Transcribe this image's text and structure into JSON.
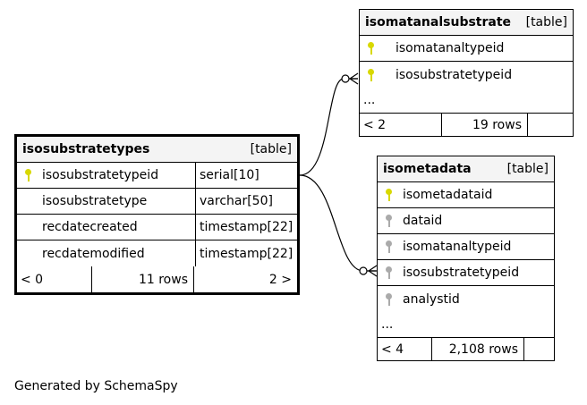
{
  "colors": {
    "pk": "#d8d800",
    "fk": "#aaaaaa"
  },
  "main": {
    "name": "isosubstratetypes",
    "kind": "[table]",
    "columns": [
      {
        "name": "isosubstratetypeid",
        "type": "serial[10]",
        "icon": "primary-key-icon"
      },
      {
        "name": "isosubstratetype",
        "type": "varchar[50]",
        "icon": ""
      },
      {
        "name": "recdatecreated",
        "type": "timestamp[22]",
        "icon": ""
      },
      {
        "name": "recdatemodified",
        "type": "timestamp[22]",
        "icon": ""
      }
    ],
    "footer": {
      "parents": "< 0",
      "rows": "11 rows",
      "children": "2 >"
    }
  },
  "anal": {
    "name": "isomatanalsubstrate",
    "kind": "[table]",
    "columns": [
      {
        "name": "isomatanaltypeid",
        "icon": "primary-key-icon"
      },
      {
        "name": "isosubstratetypeid",
        "icon": "primary-key-icon"
      }
    ],
    "more": "...",
    "footer": {
      "parents": "< 2",
      "rows": "19 rows",
      "children": ""
    }
  },
  "meta": {
    "name": "isometadata",
    "kind": "[table]",
    "columns": [
      {
        "name": "isometadataid",
        "icon": "primary-key-icon"
      },
      {
        "name": "dataid",
        "icon": "foreign-key-icon"
      },
      {
        "name": "isomatanaltypeid",
        "icon": "foreign-key-icon"
      },
      {
        "name": "isosubstratetypeid",
        "icon": "foreign-key-icon"
      },
      {
        "name": "analystid",
        "icon": "foreign-key-icon"
      }
    ],
    "more": "...",
    "footer": {
      "parents": "< 4",
      "rows": "2,108 rows",
      "children": ""
    }
  },
  "generated_by": "Generated by SchemaSpy"
}
